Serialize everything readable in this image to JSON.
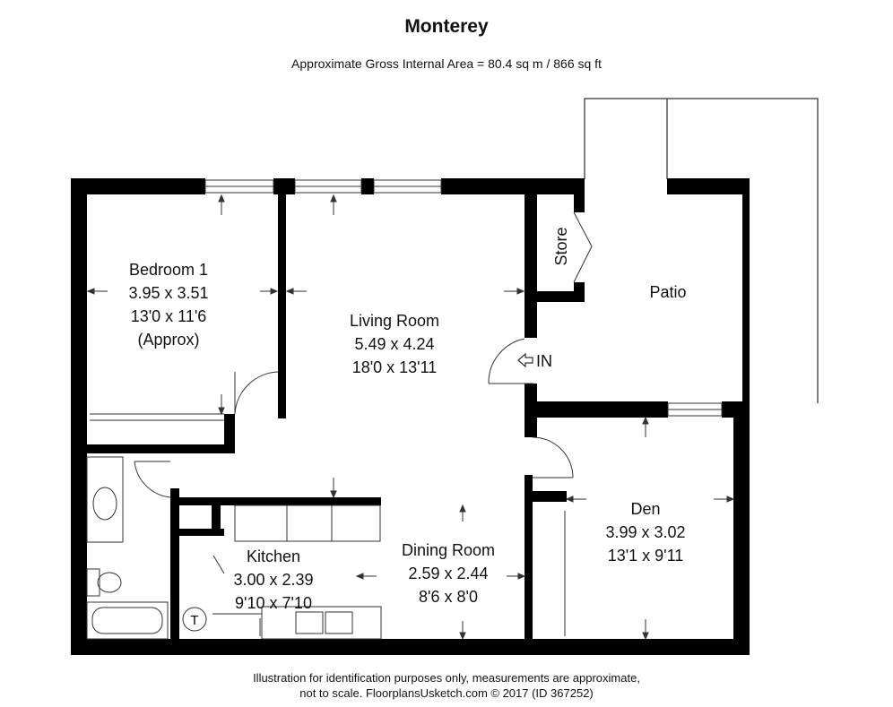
{
  "title": "Monterey",
  "subtitle": "Approximate Gross Internal Area = 80.4 sq m / 866 sq ft",
  "rooms": {
    "bedroom1": {
      "name": "Bedroom 1",
      "metric": "3.95 x 3.51",
      "imperial": "13'0 x 11'6",
      "note": "(Approx)"
    },
    "living": {
      "name": "Living Room",
      "metric": "5.49 x 4.24",
      "imperial": "18'0 x 13'11"
    },
    "kitchen": {
      "name": "Kitchen",
      "metric": "3.00 x 2.39",
      "imperial": "9'10 x 7'10"
    },
    "dining": {
      "name": "Dining Room",
      "metric": "2.59 x 2.44",
      "imperial": "8'6 x 8'0"
    },
    "den": {
      "name": "Den",
      "metric": "3.99 x 3.02",
      "imperial": "13'1 x 9'11"
    },
    "patio": {
      "name": "Patio"
    },
    "store": {
      "name": "Store"
    }
  },
  "labels": {
    "entrance": "IN",
    "tank": "T"
  },
  "footer": {
    "line1": "Illustration for identification purposes only, measurements are approximate,",
    "line2": "not to scale. FloorplansUsketch.com © 2017 (ID 367252)"
  },
  "colors": {
    "wall": "#000000",
    "background": "#ffffff",
    "line": "#333333"
  }
}
